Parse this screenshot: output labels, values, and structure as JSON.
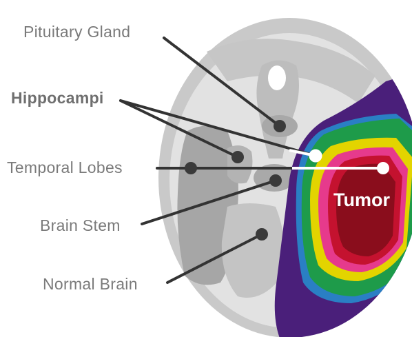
{
  "labels": {
    "pituitary": "Pituitary Gland",
    "hippocampi": "Hippocampi",
    "temporal": "Temporal Lobes",
    "brainstem": "Brain Stem",
    "normal": "Normal Brain",
    "tumor": "Tumor"
  },
  "colors": {
    "skull": "#c9c9c9",
    "brain": "#e2e2e2",
    "structure": "#a9a9a9",
    "leader": "#333333",
    "dose_purple": "#4a1f7a",
    "dose_blue": "#2a7fc4",
    "dose_green": "#1e9b4a",
    "dose_yellow": "#e3d400",
    "dose_pink": "#e63a8c",
    "dose_red": "#c4122f",
    "dose_core": "#8a0d1c"
  }
}
